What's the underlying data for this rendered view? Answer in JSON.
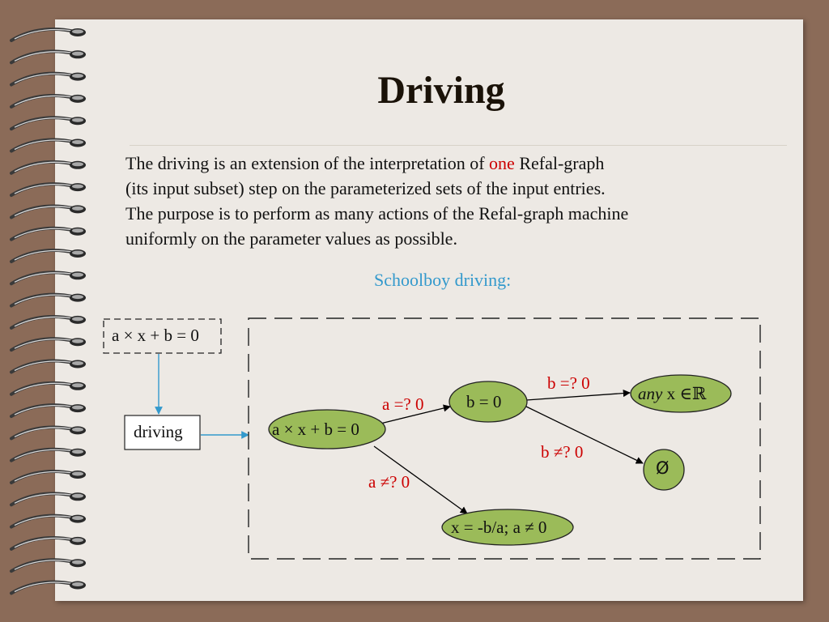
{
  "slide": {
    "title": "Driving",
    "paragraph": {
      "line1_before": "The driving is an extension of the interpretation of ",
      "line1_highlight": "one",
      "line1_after": " Refal-graph",
      "line2": "(its input subset) step on the parameterized sets of the input entries.",
      "line3": "The purpose is to perform as many actions of the Refal-graph machine",
      "line4": "uniformly on the parameter values as possible."
    },
    "subtitle": "Schoolboy driving:"
  },
  "diagram": {
    "input_equation": "a × x + b = 0",
    "driving_box": "driving",
    "root_node": "a ×  x + b = 0",
    "node_b_zero": "b = 0",
    "node_any_prefix": "any",
    "node_any_suffix": " x ∈ℝ",
    "node_empty": "Ø",
    "node_solution": "x = -b/a; a ≠ 0",
    "edge_a_eq": "a =? 0",
    "edge_a_neq": "a ≠? 0",
    "edge_b_eq": "b =? 0",
    "edge_b_neq": "b ≠? 0"
  },
  "colors": {
    "node_fill": "#9bbb59",
    "edge_label": "#cc0000",
    "arrow_blue": "#3399cc",
    "subtitle": "#3399cc"
  }
}
